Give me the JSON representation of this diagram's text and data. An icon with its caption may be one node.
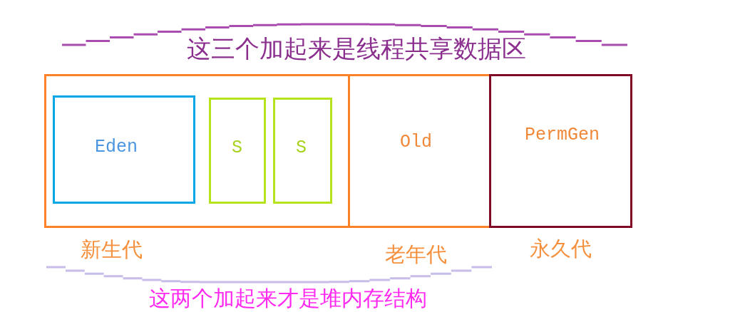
{
  "diagram": {
    "nodes": [
      {
        "text": [
          "新生代"
        ]
      },
      {
        "text": [
          "Eden"
        ],
        "in": 0
      },
      {
        "text": [
          "S"
        ],
        "in": 0
      },
      {
        "text": [
          "S"
        ],
        "in": 0
      },
      {
        "text": [
          "Old",
          "老年代"
        ]
      },
      {
        "text": [
          "PermGen",
          "永久代"
        ]
      }
    ],
    "labels": [
      "这三个加起来是线程共享数据区",
      "这两个加起来才是堆内存结构"
    ]
  }
}
